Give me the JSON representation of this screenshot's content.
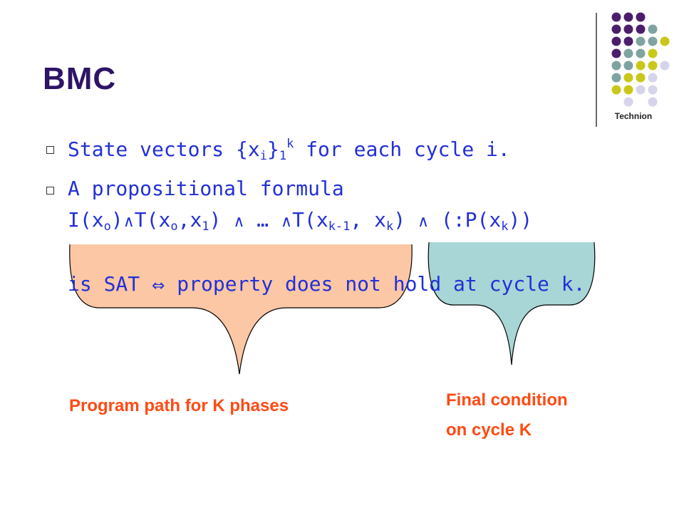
{
  "logo": {
    "label": "Technion",
    "colors": {
      "purple": "#4b1e6b",
      "teal": "#7fa3a0",
      "olive": "#c9c81a",
      "lavender": "#d5d4ea"
    }
  },
  "title": "BMC",
  "bullets": {
    "b1": {
      "pre": "State vectors {x",
      "sub1": "i",
      "mid": "}",
      "sub2": "1",
      "sup": "k",
      "post": " for each cycle i."
    },
    "b2": {
      "line1": "A propositional formula"
    }
  },
  "formula": {
    "p1": "I(x",
    "s1": "o",
    "p2": ")",
    "and1": "∧",
    "p3": "T(x",
    "s2": "o",
    "p4": ",x",
    "s3": "1",
    "p5": ") ",
    "and2": "∧",
    "p6": " … ",
    "and3": "∧",
    "p7": "T(x",
    "s4": "k-1",
    "p8": ", x",
    "s5": "k",
    "p9": ") ",
    "and4": "∧",
    "p10": " (:P(x",
    "s6": "k",
    "p11": "))"
  },
  "statement": {
    "pre": "is SAT ",
    "iff": "⇔",
    "post": " property does not hold at cycle k."
  },
  "annotations": {
    "left": "Program path for K phases",
    "right_line1": "Final condition",
    "right_line2": "on cycle K"
  },
  "colors": {
    "title": "#2e1466",
    "body": "#2230d6",
    "label": "#ff4a14",
    "brace_left": "#fcc7a5",
    "brace_right": "#a8d5d5"
  }
}
